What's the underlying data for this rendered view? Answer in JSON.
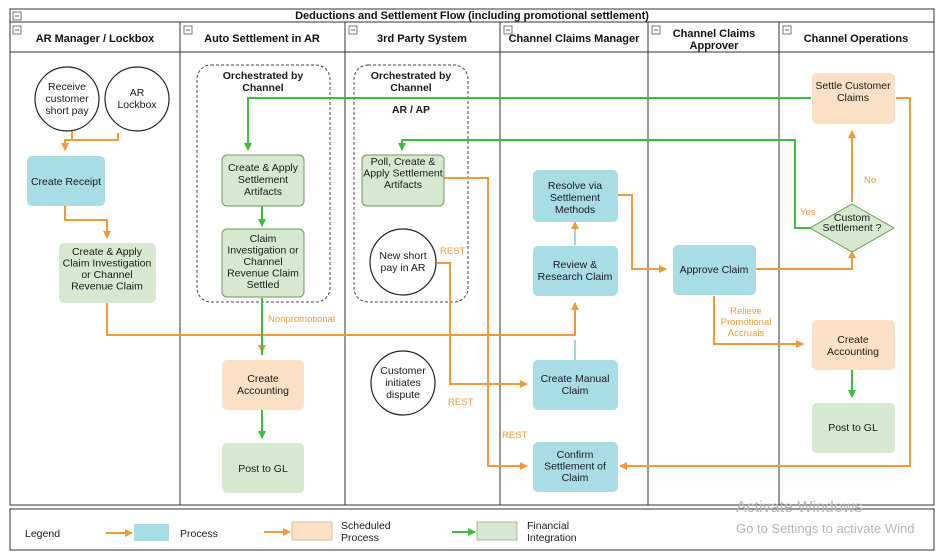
{
  "title": "Deductions and Settlement Flow (including promotional settlement)",
  "lanes": [
    "AR Manager / Lockbox",
    "Auto Settlement in AR",
    "3rd Party System",
    "Channel Claims Manager",
    "Channel Claims Approver",
    "Channel Operations"
  ],
  "nodes": {
    "receive_short_pay": "Receive customer short pay",
    "ar_lockbox": "AR Lockbox",
    "create_receipt": "Create Receipt",
    "create_apply_claim": "Create & Apply Claim Investigation or Channel Revenue Claim",
    "orch_channel_1": "Orchestrated by Channel",
    "create_apply_artifacts": "Create & Apply Settlement Artifacts",
    "claim_settled": "Claim Investigation or Channel Revenue Claim Settled",
    "create_accounting_ar": "Create Accounting",
    "post_gl_ar": "Post to GL",
    "orch_channel_2": "Orchestrated by Channel",
    "ar_ap": "AR / AP",
    "poll_create_apply": "Poll, Create & Apply Settlement Artifacts",
    "new_short_pay": "New short pay in AR",
    "customer_dispute": "Customer initiates dispute",
    "resolve_via": "Resolve via Settlement Methods",
    "review_research": "Review & Research Claim",
    "create_manual_claim": "Create Manual Claim",
    "confirm_settlement": "Confirm Settlement of Claim",
    "approve_claim": "Approve Claim",
    "settle_customer_claims": "Settle Customer Claims",
    "custom_settlement": "Custom Settlement ?",
    "create_accounting_ops": "Create Accounting",
    "post_gl_ops": "Post to GL"
  },
  "edge_labels": {
    "nonpromotional": "Nonpromotional",
    "rest_1": "REST",
    "rest_2": "REST",
    "rest_3": "REST",
    "yes": "Yes",
    "no": "No",
    "relieve": "Relieve Promotional Accruals"
  },
  "legend": {
    "title": "Legend",
    "process": "Process",
    "scheduled": "Scheduled Process",
    "financial": "Financial Integration"
  },
  "watermark": {
    "line1": "Activate Windows",
    "line2": "Go to Settings to activate Wind"
  },
  "colors": {
    "process": "#a8dde6",
    "scheduled": "#fbe0c5",
    "financial": "#d6e8cf",
    "orange_arrow": "#f29a3a",
    "green_arrow": "#3cbe3c"
  }
}
